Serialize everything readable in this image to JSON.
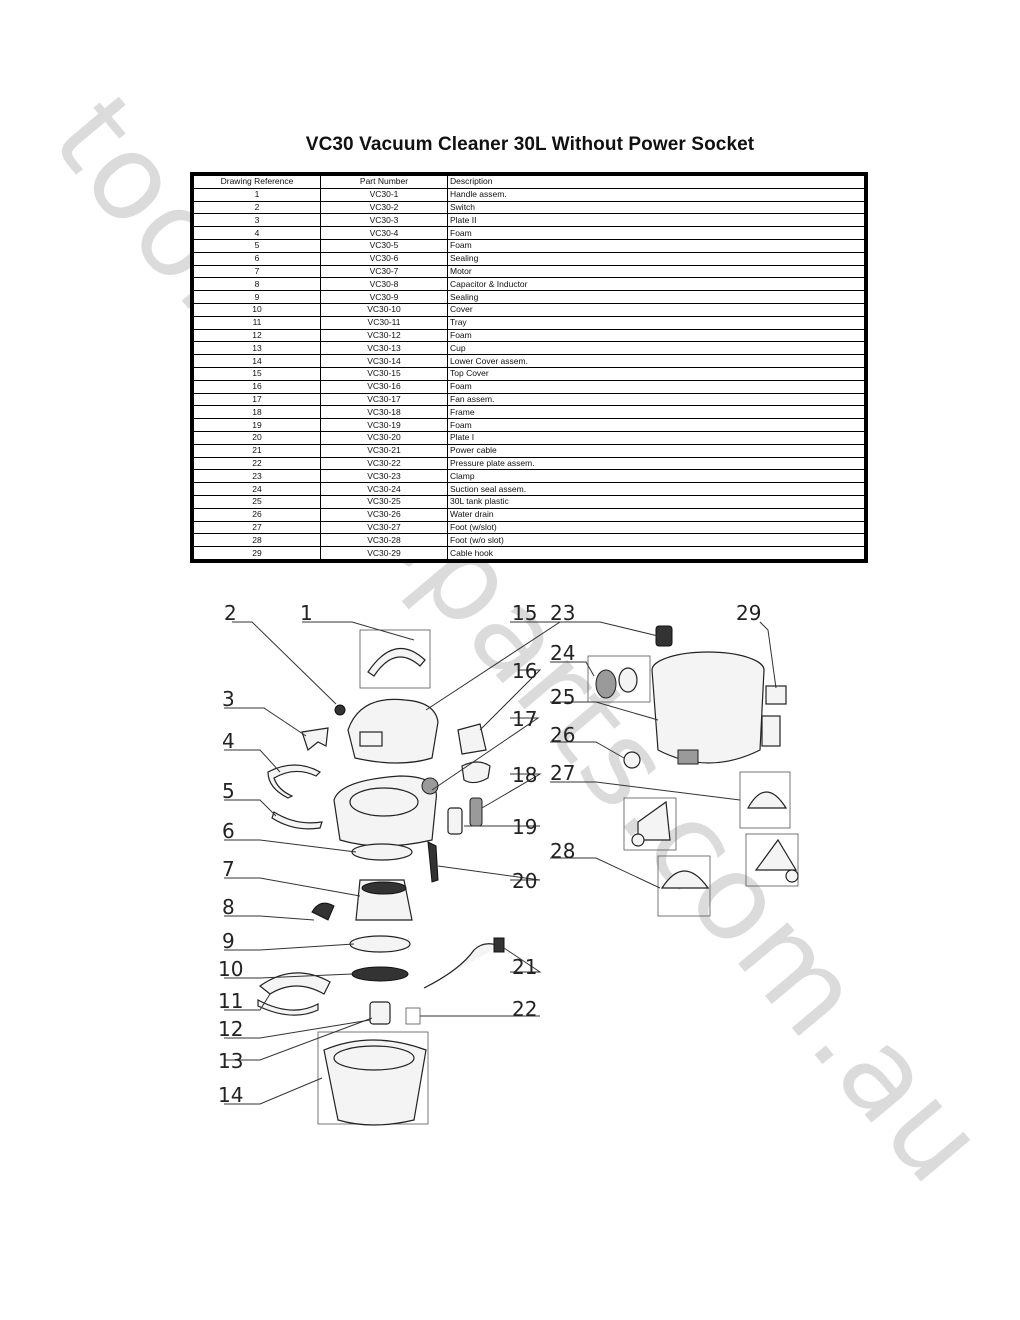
{
  "title": "VC30 Vacuum Cleaner 30L Without Power Socket",
  "table": {
    "headers": [
      "Drawing Reference",
      "Part Number",
      "Description"
    ],
    "rows": [
      [
        "1",
        "VC30-1",
        "Handle assem."
      ],
      [
        "2",
        "VC30-2",
        "Switch"
      ],
      [
        "3",
        "VC30-3",
        "Plate II"
      ],
      [
        "4",
        "VC30-4",
        "Foam"
      ],
      [
        "5",
        "VC30-5",
        "Foam"
      ],
      [
        "6",
        "VC30-6",
        "Sealing"
      ],
      [
        "7",
        "VC30-7",
        "Motor"
      ],
      [
        "8",
        "VC30-8",
        "Capacitor & Inductor"
      ],
      [
        "9",
        "VC30-9",
        "Sealing"
      ],
      [
        "10",
        "VC30-10",
        "Cover"
      ],
      [
        "11",
        "VC30-11",
        "Tray"
      ],
      [
        "12",
        "VC30-12",
        "Foam"
      ],
      [
        "13",
        "VC30-13",
        "Cup"
      ],
      [
        "14",
        "VC30-14",
        "Lower Cover assem."
      ],
      [
        "15",
        "VC30-15",
        "Top Cover"
      ],
      [
        "16",
        "VC30-16",
        "Foam"
      ],
      [
        "17",
        "VC30-17",
        "Fan assem."
      ],
      [
        "18",
        "VC30-18",
        "Frame"
      ],
      [
        "19",
        "VC30-19",
        "Foam"
      ],
      [
        "20",
        "VC30-20",
        "Plate I"
      ],
      [
        "21",
        "VC30-21",
        "Power cable"
      ],
      [
        "22",
        "VC30-22",
        "Pressure plate assem."
      ],
      [
        "23",
        "VC30-23",
        "Clamp"
      ],
      [
        "24",
        "VC30-24",
        "Suction seal assem."
      ],
      [
        "25",
        "VC30-25",
        "30L tank plastic"
      ],
      [
        "26",
        "VC30-26",
        "Water drain"
      ],
      [
        "27",
        "VC30-27",
        "Foot (w/slot)"
      ],
      [
        "28",
        "VC30-28",
        "Foot (w/o slot)"
      ],
      [
        "29",
        "VC30-29",
        "Cable hook"
      ]
    ]
  },
  "diagram": {
    "callouts": [
      "1",
      "2",
      "3",
      "4",
      "5",
      "6",
      "7",
      "8",
      "9",
      "10",
      "11",
      "12",
      "13",
      "14",
      "15",
      "16",
      "17",
      "18",
      "19",
      "20",
      "21",
      "22",
      "23",
      "24",
      "25",
      "26",
      "27",
      "28",
      "29"
    ]
  },
  "watermark": "toolspareparts.com.au"
}
